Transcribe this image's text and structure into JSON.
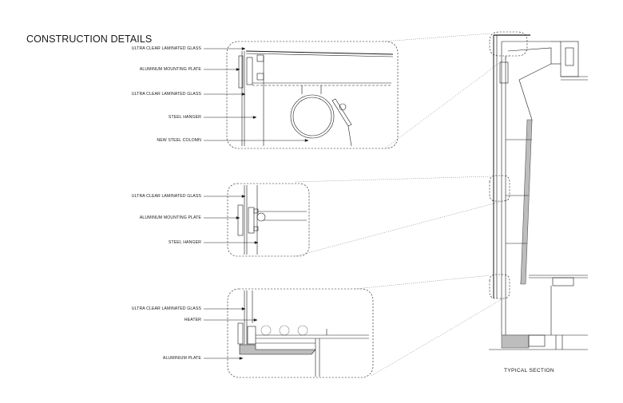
{
  "title": "CONSTRUCTION DETAILS",
  "details": [
    {
      "labels": [
        "ULTRA CLEAR LAMINATED GLASS",
        "ALUMINUM MOUNTING PLATE",
        "ULTRA CLEAR LAMINATED GLASS",
        "STEEL HANGER",
        "NEW STEEL COLOMN"
      ]
    },
    {
      "labels": [
        "ULTRA CLEAR LAMINATED GLASS",
        "ALUMINUM MOUNTING PLATE",
        "STEEL HANGER"
      ]
    },
    {
      "labels": [
        "ULTRA CLEAR LAMINATED GLASS",
        "HEATER",
        "ALUMINIUM PLATE"
      ]
    }
  ],
  "section_caption": "TYPICAL SECTION",
  "colors": {
    "ink": "#1a1a1a",
    "line": "#555555",
    "fill": "#bdbdbd"
  }
}
